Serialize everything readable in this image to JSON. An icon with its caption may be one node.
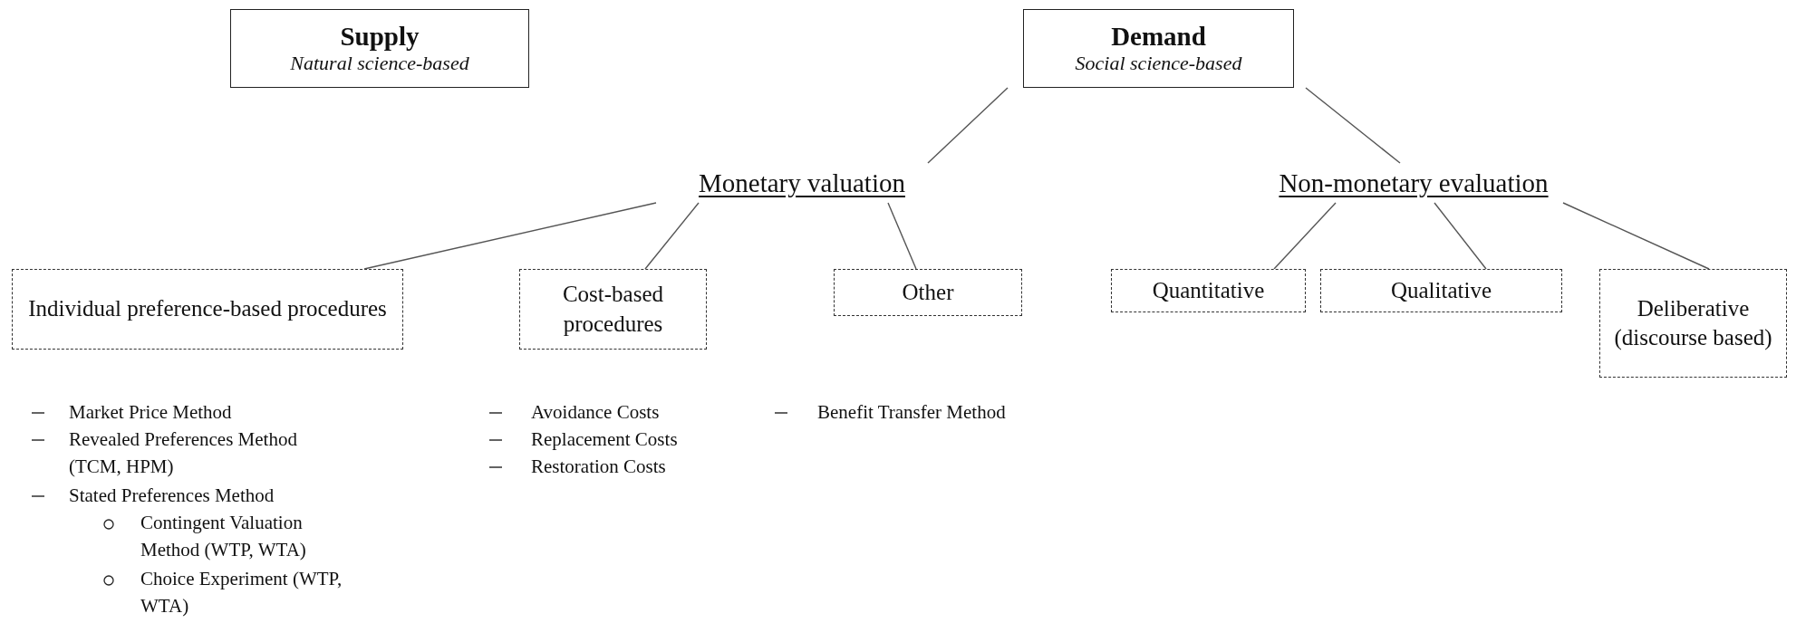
{
  "diagram": {
    "nodes": [
      {
        "text": [
          "Supply",
          "Natural science-based"
        ]
      },
      {
        "text": [
          "Demand",
          "Social science-based"
        ]
      },
      {
        "text": [
          "Monetary valuation"
        ]
      },
      {
        "text": [
          "Non-monetary evaluation"
        ]
      },
      {
        "text": [
          "Individual preference-based procedures"
        ]
      },
      {
        "text": [
          "Cost-based procedures"
        ]
      },
      {
        "text": [
          "Other"
        ]
      },
      {
        "text": [
          "Quantitative"
        ]
      },
      {
        "text": [
          "Qualitative"
        ]
      },
      {
        "text": [
          "Deliberative (discourse based)"
        ]
      }
    ],
    "edges": [
      {
        "from": 1,
        "to": 2,
        "arrow": "none"
      },
      {
        "from": 1,
        "to": 3,
        "arrow": "none"
      },
      {
        "from": 2,
        "to": 4,
        "arrow": "none"
      },
      {
        "from": 2,
        "to": 5,
        "arrow": "none"
      },
      {
        "from": 2,
        "to": 6,
        "arrow": "none"
      },
      {
        "from": 3,
        "to": 7,
        "arrow": "none"
      },
      {
        "from": 3,
        "to": 8,
        "arrow": "none"
      },
      {
        "from": 3,
        "to": 9,
        "arrow": "none"
      }
    ],
    "labels": [
      "Market Price Method",
      "Revealed Preferences Method (TCM, HPM)",
      "Stated Preferences Method",
      "Contingent Valuation Method (WTP, WTA)",
      "Choice Experiment (WTP, WTA)",
      "Avoidance Costs",
      "Replacement Costs",
      "Restoration Costs",
      "Benefit Transfer Method"
    ]
  }
}
